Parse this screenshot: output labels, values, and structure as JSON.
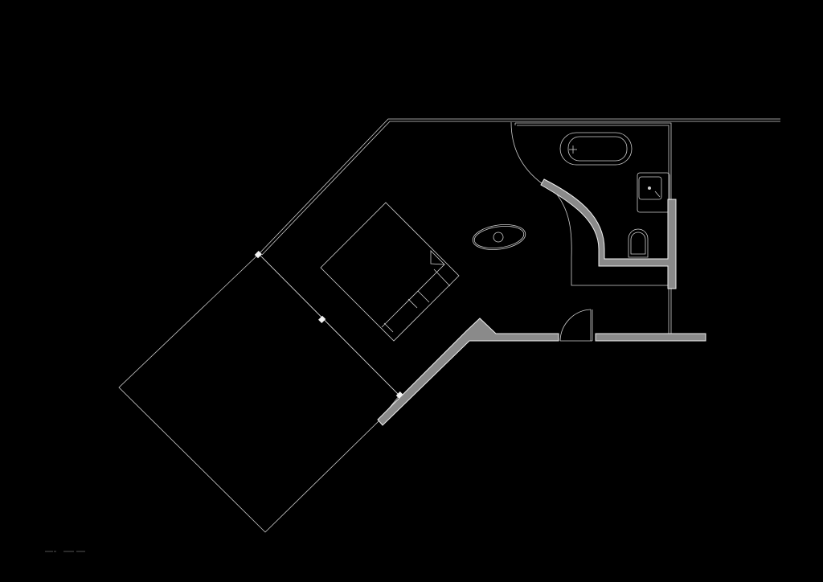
{
  "drawing": {
    "type": "floor-plan",
    "background": "#000000",
    "line_color": "#cfcfcf",
    "wall_fill": "#8a8a8a",
    "elements": [
      "exterior-wall",
      "deck",
      "bed",
      "rug",
      "bathtub",
      "sink",
      "toilet",
      "curved-partition",
      "door",
      "scale-bar"
    ]
  }
}
